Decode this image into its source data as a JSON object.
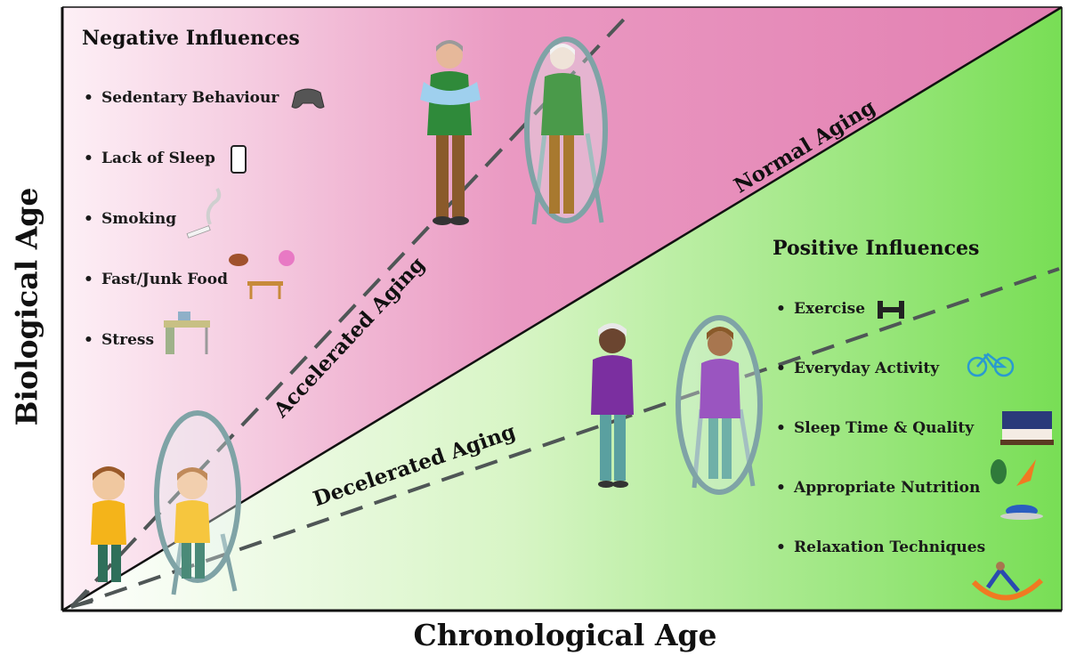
{
  "axes": {
    "y_label": "Biological Age",
    "x_label": "Chronological Age"
  },
  "trajectories": {
    "normal": "Normal Aging",
    "accelerated": "Accelerated Aging",
    "decelerated": "Decelerated Aging"
  },
  "negative": {
    "title": "Negative Influences",
    "items": [
      {
        "label": "Sedentary Behaviour",
        "icon": "gamepad-icon"
      },
      {
        "label": "Lack of Sleep",
        "icon": "smartphone-icon"
      },
      {
        "label": "Smoking",
        "icon": "cigarette-icon"
      },
      {
        "label": "Fast/Junk Food",
        "icon": "junk-food-icon"
      },
      {
        "label": "Stress",
        "icon": "messy-desk-icon"
      }
    ]
  },
  "positive": {
    "title": "Positive Influences",
    "items": [
      {
        "label": "Exercise",
        "icon": "dumbbell-icon"
      },
      {
        "label": "Everyday Activity",
        "icon": "bicycle-icon"
      },
      {
        "label": "Sleep Time & Quality",
        "icon": "bed-icon"
      },
      {
        "label": "Appropriate Nutrition",
        "icon": "vegetables-icon"
      },
      {
        "label": "Relaxation Techniques",
        "icon": "hammock-icon"
      }
    ]
  },
  "colors": {
    "negative_zone": "#e37fb0",
    "positive_zone": "#7ee05c",
    "mirror": "#7fa3a6",
    "dash": "#4f5656"
  }
}
